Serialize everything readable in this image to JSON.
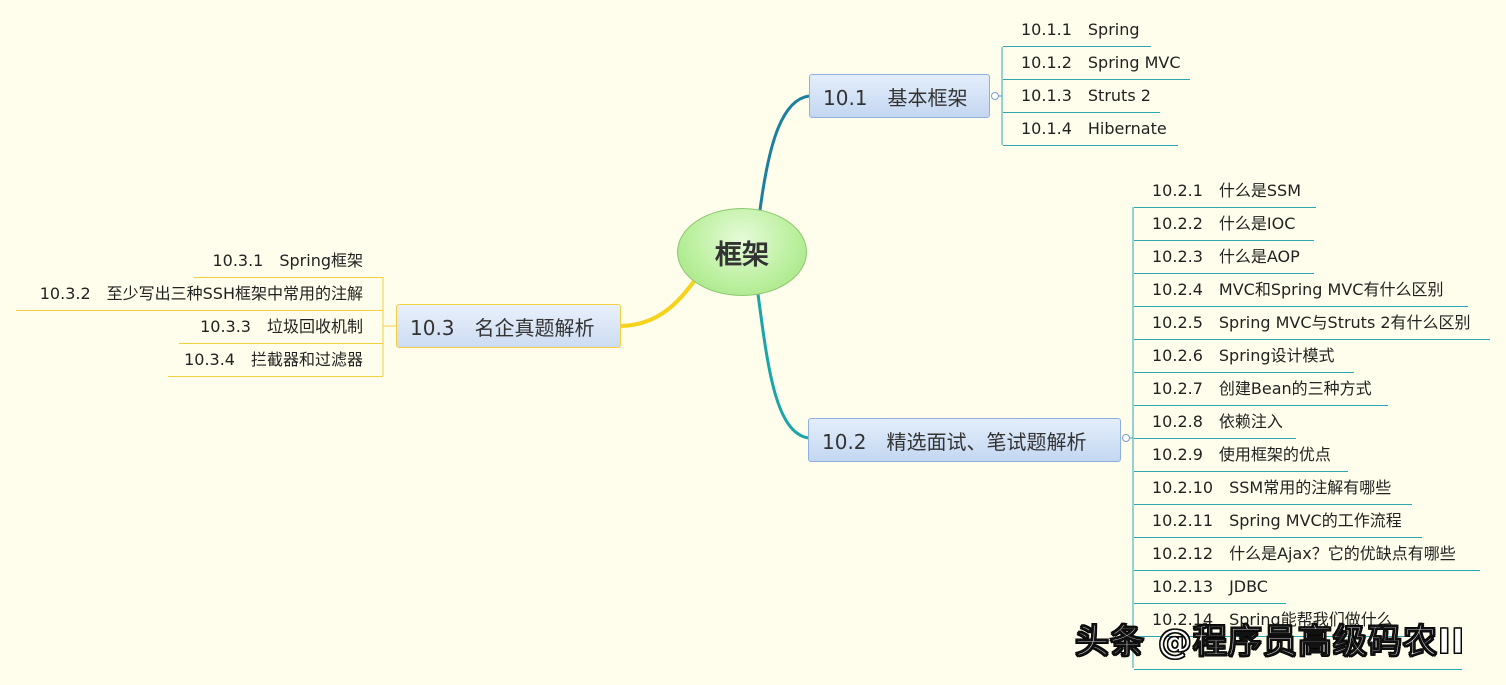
{
  "root": {
    "label": "框架"
  },
  "topics": [
    {
      "id": "t1",
      "label": "10.1　基本框架",
      "items": [
        "10.1.1　Spring",
        "10.1.2　Spring MVC",
        "10.1.3　Struts 2",
        "10.1.4　Hibernate"
      ]
    },
    {
      "id": "t2",
      "label": "10.2　精选面试、笔试题解析",
      "items": [
        "10.2.1　什么是SSM",
        "10.2.2　什么是IOC",
        "10.2.3　什么是AOP",
        "10.2.4　MVC和Spring MVC有什么区别",
        "10.2.5　Spring MVC与Struts 2有什么区别",
        "10.2.6　Spring设计模式",
        "10.2.7　创建Bean的三种方式",
        "10.2.8　依赖注入",
        "10.2.9　使用框架的优点",
        "10.2.10　SSM常用的注解有哪些",
        "10.2.11　Spring MVC的工作流程",
        "10.2.12　什么是Ajax？它的优缺点有哪些",
        "10.2.13　JDBC",
        "10.2.14　Spring能帮我们做什么",
        ""
      ]
    },
    {
      "id": "t3",
      "label": "10.3　名企真题解析",
      "items": [
        "10.3.1　Spring框架",
        "10.3.2　至少写出三种SSH框架中常用的注解",
        "10.3.3　垃圾回收机制",
        "10.3.4　拦截器和过滤器"
      ]
    }
  ],
  "watermark": "头条 @程序员高级码农II",
  "colors": {
    "teal": "#2fa7b3",
    "gold": "#f0d040",
    "blueEdge": "#1c7fa0",
    "background": "#fffdeb"
  }
}
